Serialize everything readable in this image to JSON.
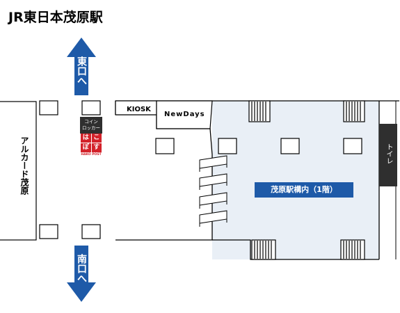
{
  "title": "JR東日本茂原駅",
  "map": {
    "east_exit": "東口へ",
    "south_exit": "南口へ",
    "arcade": "アルカード茂原",
    "coin_locker": [
      "コイン",
      "ロッカー"
    ],
    "hako_post": {
      "chars": [
        "は",
        "こ",
        "ぽ",
        "す"
      ],
      "sub": "HAKO POST"
    },
    "kiosk": "KIOSK",
    "newdays": "NewDays",
    "toilet": "トイレ",
    "concourse": "茂原駅構内（1階）"
  },
  "colors": {
    "arrow": "#1e5aa8",
    "concourse": "#e9eff6",
    "label": "#1e5aa8",
    "hako_post": "#d3222a",
    "toilet": "#2f2f2f"
  }
}
